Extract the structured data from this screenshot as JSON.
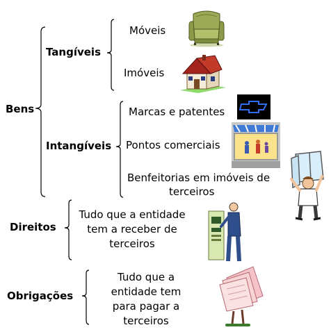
{
  "bens": {
    "label": "Bens",
    "tangiveis": {
      "label": "Tangíveis",
      "items": [
        "Móveis",
        "Imóveis"
      ]
    },
    "intangiveis": {
      "label": "Intangíveis",
      "items": [
        "Marcas e patentes",
        "Pontos comerciais",
        "Benfeitorias em imóveis de",
        "terceiros"
      ]
    }
  },
  "direitos": {
    "label": "Direitos",
    "lines": [
      "Tudo que a entidade",
      "tem a receber de",
      "terceiros"
    ]
  },
  "obrigacoes": {
    "label": "Obrigações",
    "lines": [
      "Tudo que a",
      "entidade tem",
      "para pagar a",
      "terceiros"
    ]
  },
  "icons": [
    "armchair-icon",
    "house-icon",
    "chevrolet-logo-icon",
    "storefront-icon",
    "window-worker-icon",
    "atm-person-icon",
    "bills-person-icon"
  ],
  "colors": {
    "brace": "#000000",
    "text": "#000000"
  }
}
